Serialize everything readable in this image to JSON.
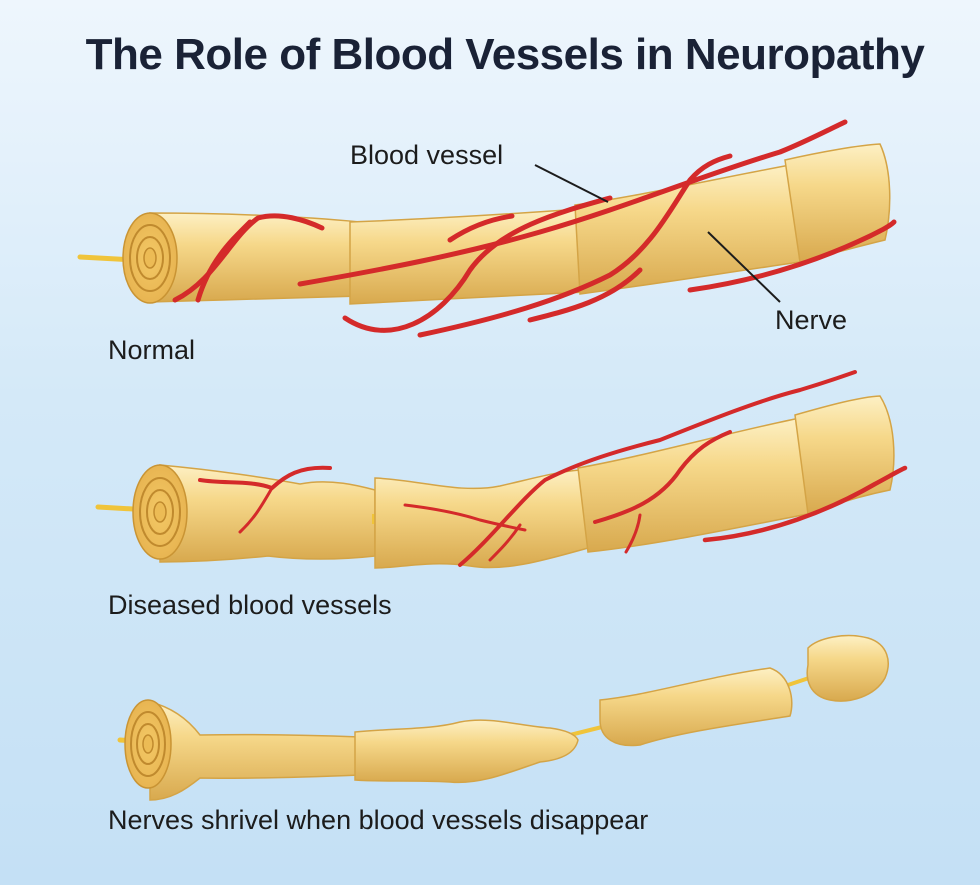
{
  "title": "The Role of Blood Vessels in Neuropathy",
  "labels": {
    "blood_vessel": "Blood vessel",
    "nerve": "Nerve",
    "normal": "Normal",
    "diseased": "Diseased blood vessels",
    "shrivel": "Nerves shrivel when blood vessels disappear"
  },
  "colors": {
    "nerve_fill": "#f6d88a",
    "nerve_highlight": "#fdf0c4",
    "nerve_shadow": "#d8a94e",
    "axon": "#f0c43a",
    "vessel": "#d42a2a",
    "vessel_dark": "#a91c1c",
    "leader_line": "#1c1c1c"
  }
}
